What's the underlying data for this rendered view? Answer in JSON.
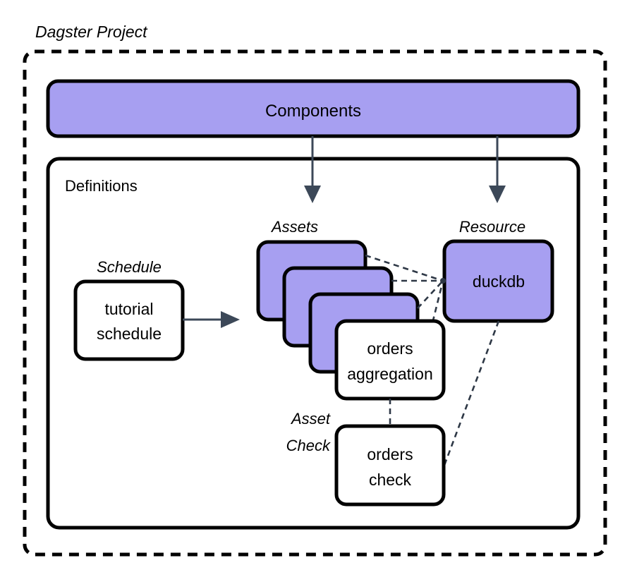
{
  "diagram": {
    "outer_label": "Dagster Project",
    "container": {
      "label": "Definitions"
    },
    "components_bar": {
      "label": "Components"
    },
    "group_labels": {
      "schedule": "Schedule",
      "assets": "Assets",
      "resource": "Resource",
      "asset_check_line1": "Asset",
      "asset_check_line2": "Check"
    },
    "nodes": {
      "schedule": {
        "line1": "tutorial",
        "line2": "schedule"
      },
      "orders_aggregation": {
        "line1": "orders",
        "line2": "aggregation"
      },
      "orders_check": {
        "line1": "orders",
        "line2": "check"
      },
      "duckdb": {
        "label": "duckdb"
      }
    },
    "colors": {
      "accent_purple": "#a79ff1",
      "stroke_black": "#000000",
      "arrow_slate": "#3c4858",
      "background": "#ffffff"
    }
  }
}
